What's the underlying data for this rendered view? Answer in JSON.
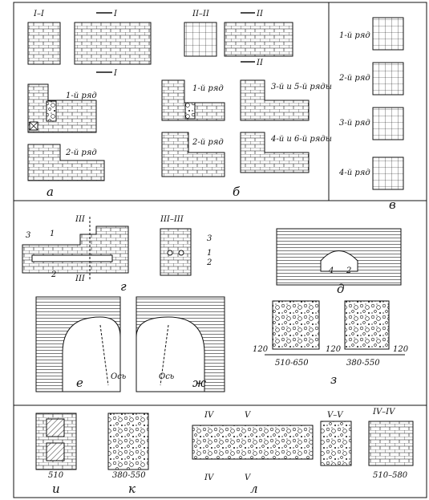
{
  "panels": {
    "a": {
      "letter": "а",
      "section_label": "I–I",
      "cut_mark_top": "I",
      "cut_mark_bottom": "I",
      "row1_label": "1-й ряд",
      "row2_label": "2-й ряд"
    },
    "b": {
      "letter": "б",
      "section_label": "II–II",
      "cut_mark_top": "II",
      "cut_mark_bottom": "II",
      "row1_label": "1-й ряд",
      "row2_label": "2-й ряд",
      "row35_label": "3-й и 5-й ряды",
      "row46_label": "4-й и 6-й ряды"
    },
    "v": {
      "letter": "в",
      "row1_label": "1-й ряд",
      "row2_label": "2-й ряд",
      "row3_label": "3-й ряд",
      "row4_label": "4-й ряд"
    },
    "g": {
      "letter": "г",
      "section_label": "III–III",
      "cut_mark_top": "III",
      "cut_mark_bottom": "III",
      "callout_1": "1",
      "callout_2": "2",
      "callout_3": "3",
      "section_callout_1": "1",
      "section_callout_2": "2",
      "section_callout_3": "3"
    },
    "d": {
      "letter": "д",
      "callout_4": "4",
      "callout_2": "2"
    },
    "e": {
      "letter": "е",
      "axis_label": "Ось"
    },
    "zh": {
      "letter": "ж",
      "axis_label": "Ось"
    },
    "z": {
      "letter": "з",
      "dim_120_left": "120",
      "dim_120_mid": "120",
      "dim_120_right": "120",
      "dim_left": "510-650",
      "dim_right": "380-550"
    },
    "i": {
      "letter": "и",
      "dim": "510"
    },
    "k": {
      "letter": "к",
      "dim": "380-550"
    },
    "l": {
      "letter": "л",
      "cut_IV_top": "IV",
      "cut_V_top": "V",
      "cut_IV_bottom": "IV",
      "cut_V_bottom": "V",
      "section_V_label": "V–V",
      "section_IV_label": "IV–IV",
      "dim": "510–580"
    }
  }
}
